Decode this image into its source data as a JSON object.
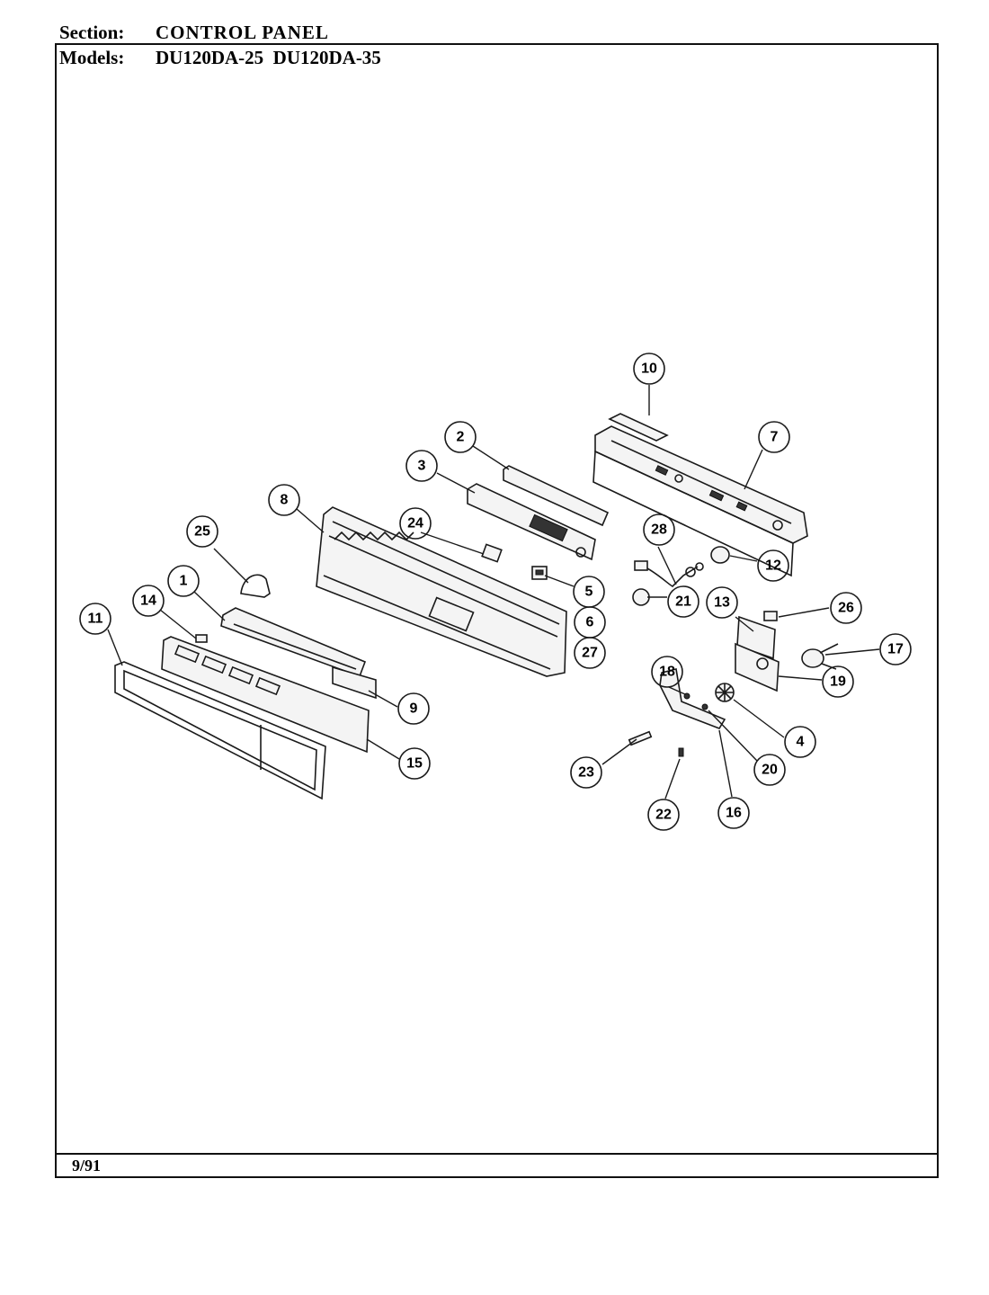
{
  "header": {
    "section_label": "Section:",
    "section_value": "CONTROL PANEL",
    "models_label": "Models:",
    "models_value": "DU120DA-25  DU120DA-35"
  },
  "footer": {
    "date": "9/91"
  },
  "callouts": [
    "1",
    "2",
    "3",
    "4",
    "5",
    "6",
    "7",
    "8",
    "9",
    "10",
    "11",
    "12",
    "13",
    "14",
    "15",
    "16",
    "17",
    "18",
    "19",
    "20",
    "21",
    "22",
    "23",
    "24",
    "25",
    "26",
    "27",
    "28"
  ]
}
